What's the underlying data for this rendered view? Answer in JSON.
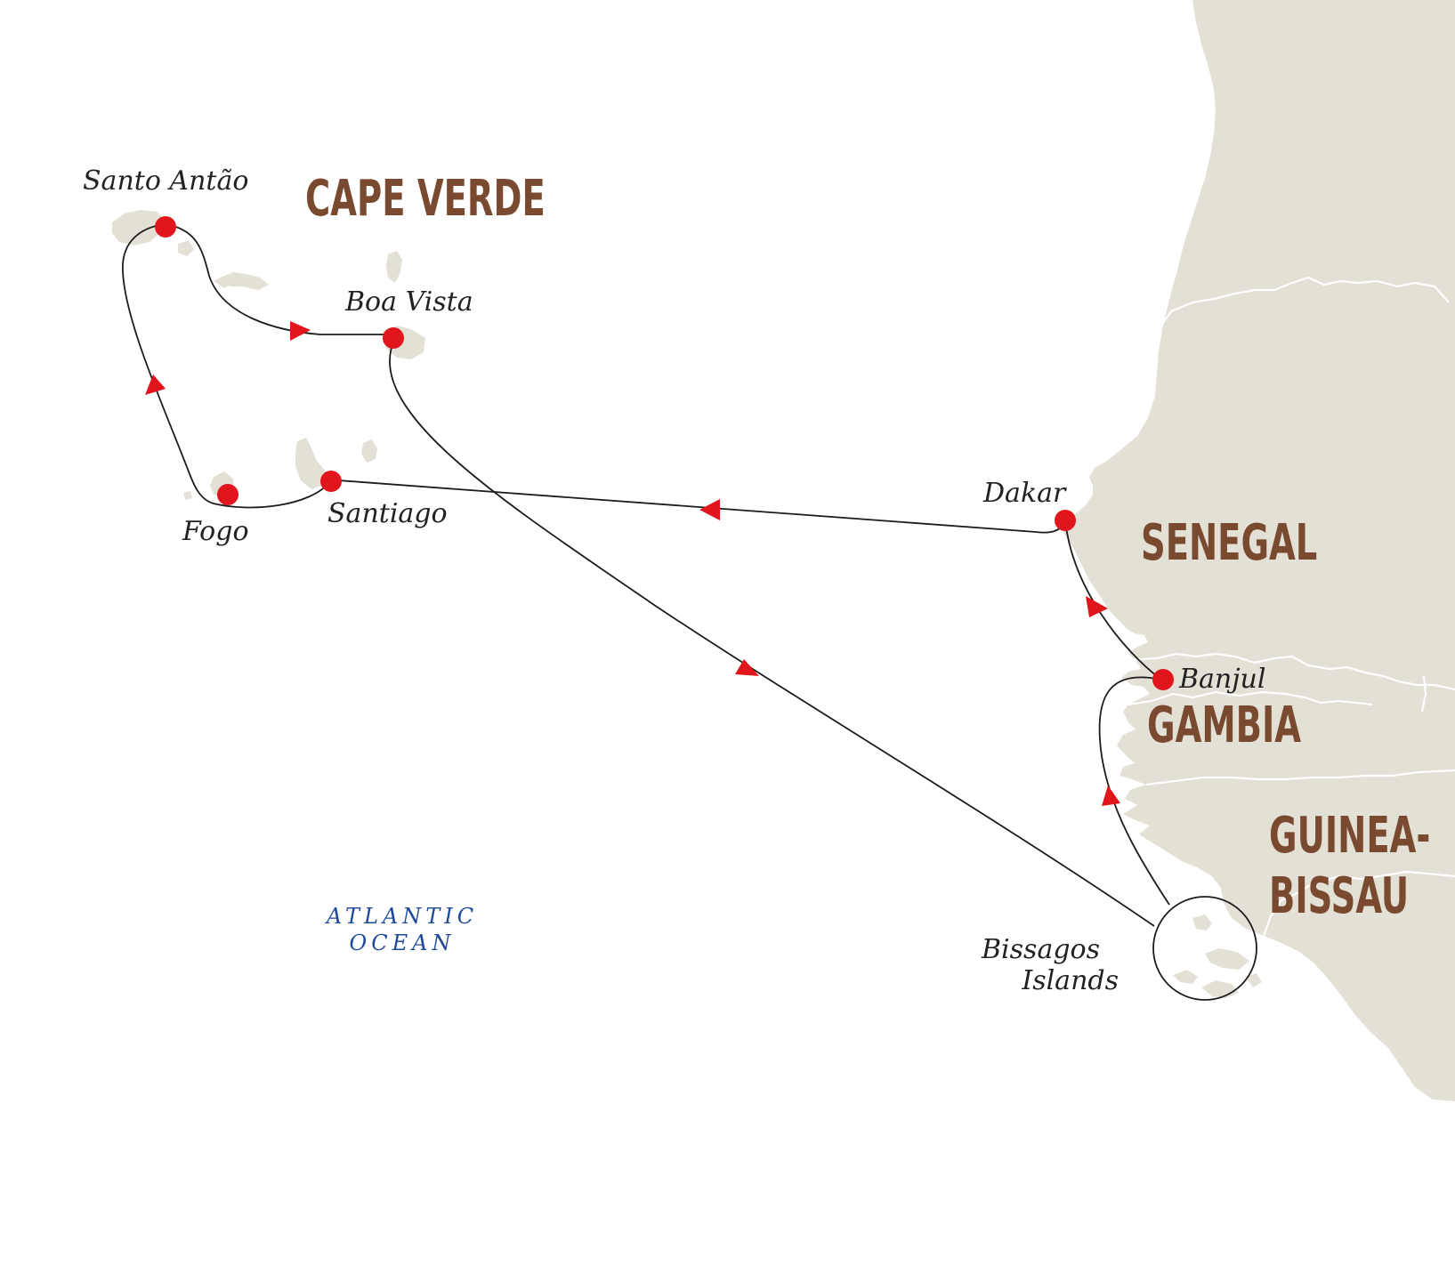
{
  "map": {
    "countries": [
      {
        "id": "cape-verde",
        "label": "CAPE VERDE"
      },
      {
        "id": "senegal",
        "label": "SENEGAL"
      },
      {
        "id": "gambia",
        "label": "GAMBIA"
      },
      {
        "id": "guinea-bissau",
        "label_lines": [
          "GUINEA-",
          "BISSAU"
        ]
      }
    ],
    "ocean": {
      "label_lines": [
        "ATLANTIC",
        "OCEAN"
      ]
    },
    "ports": [
      {
        "id": "santo-antao",
        "name": "Santo Antão"
      },
      {
        "id": "boa-vista",
        "name": "Boa Vista"
      },
      {
        "id": "santiago",
        "name": "Santiago"
      },
      {
        "id": "fogo",
        "name": "Fogo"
      },
      {
        "id": "dakar",
        "name": "Dakar"
      },
      {
        "id": "banjul",
        "name": "Banjul"
      },
      {
        "id": "bissagos-islands",
        "name_lines": [
          "Bissagos",
          "Islands"
        ]
      }
    ],
    "route_order": [
      "boa-vista",
      "bissagos-islands",
      "banjul",
      "dakar",
      "santiago",
      "fogo",
      "santo-antao",
      "boa-vista"
    ],
    "colors": {
      "land": "#e3e0d6",
      "route": "#1c1c1c",
      "port_marker": "#e1151c",
      "country_label": "#7a4a30",
      "ocean_label": "#1f4a99"
    }
  }
}
